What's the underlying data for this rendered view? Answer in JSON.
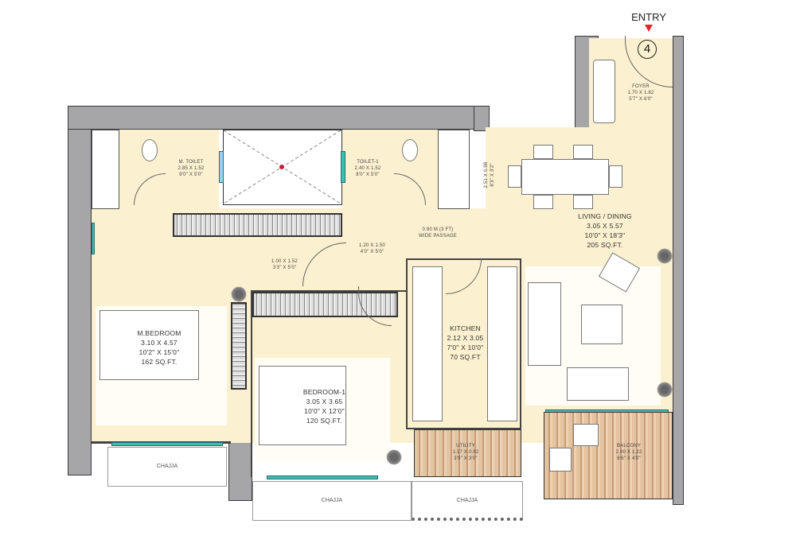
{
  "entry": {
    "label": "ENTRY",
    "unit_number": "4",
    "marker_color": "#e8262a"
  },
  "rooms": {
    "foyer": {
      "name": "FOYER",
      "metric": "1.70 X 1.82",
      "imperial": "5'7\" X 6'0\""
    },
    "m_toilet": {
      "name": "M. TOILET",
      "metric": "2.85 X 1.52",
      "imperial": "9'0\" X 5'0\""
    },
    "toilet_1": {
      "name": "TOILET-1",
      "metric": "2.40 X 1.52",
      "imperial": "8'0\" X 5'0\""
    },
    "living_dining": {
      "name": "LIVING / DINING",
      "metric": "3.05 X 5.57",
      "imperial": "10'0\" X 18'3\"",
      "area": "205 sq.ft."
    },
    "m_bedroom": {
      "name": "M.BEDROOM",
      "metric": "3.10 X 4.57",
      "imperial": "10'2\" X 15'0\"",
      "area": "162 sq.ft."
    },
    "bedroom_1": {
      "name": "BEDROOM-1",
      "metric": "3.05 X 3.65",
      "imperial": "10'0\" X 12'0\"",
      "area": "120 sq.ft."
    },
    "kitchen": {
      "name": "KITCHEN",
      "metric": "2.12 X 3.05",
      "imperial": "7'0\" X 10'0\"",
      "area": "70 SQ.FT"
    },
    "utility": {
      "name": "UTILITY",
      "metric": "1.17 X 0.92",
      "imperial": "3'9\" X 3'0\""
    },
    "balcony": {
      "name": "BALCONY",
      "metric": "2.00 X 1.22",
      "imperial": "6'6\" X 4'0\""
    }
  },
  "passages": {
    "wide_passage": {
      "line1": "0.90 M (3 FT)",
      "line2": "WIDE PASSAGE"
    },
    "passage_a": {
      "metric": "1.20 X 1.50",
      "imperial": "4'0\" X 5'0\""
    },
    "passage_b": {
      "metric": "1.00 X 1.52",
      "imperial": "3'3\" X 5'0\""
    },
    "passage_c": {
      "metric": "2.51 X 0.98",
      "imperial": "8'3\" X 3'2\""
    }
  },
  "chajjas": [
    "CHAJJA",
    "CHAJJA",
    "CHAJJA"
  ],
  "colors": {
    "floor": "#fbf0cf",
    "wall": "#a6a6a8",
    "deck": "#d9b08c",
    "window": "#3dbfb0"
  }
}
